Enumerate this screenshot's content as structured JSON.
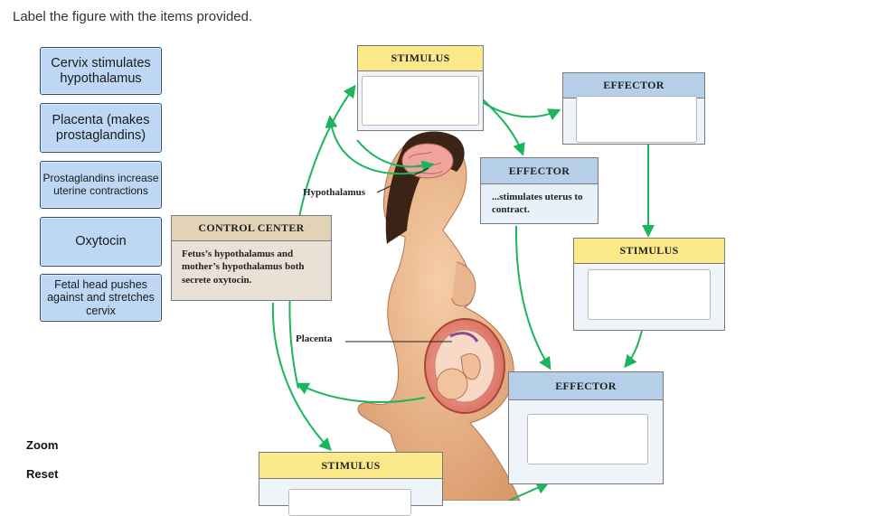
{
  "instructions": "Label the figure with the items provided.",
  "tiles": [
    "Cervix stimulates hypothalamus",
    "Placenta (makes prostaglandins)",
    "Prostaglandins increase uterine contractions",
    "Oxytocin",
    "Fetal head pushes against and stretches cervix"
  ],
  "controls": {
    "zoom": "Zoom",
    "reset": "Reset"
  },
  "figure": {
    "stimulus_top": "STIMULUS",
    "effector_right_top": "EFFECTOR",
    "effector_middle": "EFFECTOR",
    "effector_middle_note": "...stimulates uterus to contract.",
    "control_center": "CONTROL CENTER",
    "control_center_note": "Fetus’s hypothalamus and mother’s hypothalamus both secrete oxytocin.",
    "stimulus_right": "STIMULUS",
    "effector_bottom_right": "EFFECTOR",
    "stimulus_bottom": "STIMULUS",
    "label_hypothalamus": "Hypothalamus",
    "label_placenta": "Placenta"
  },
  "colors": {
    "arrow": "#1ab55c",
    "tile_bg": "#bdd7f4",
    "tile_border": "#2d4f7c"
  }
}
